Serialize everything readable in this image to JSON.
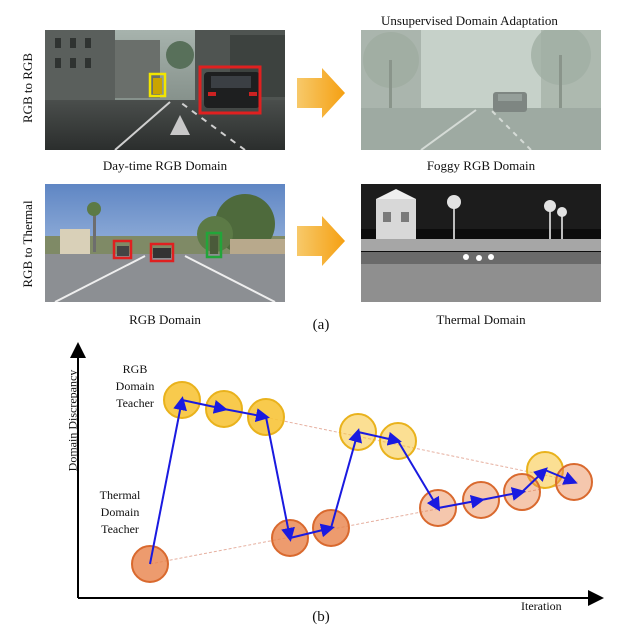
{
  "panel_a": {
    "title": "Unsupervised Domain Adaptation",
    "row1_side_label": "RGB to RGB",
    "row2_side_label": "RGB to Thermal",
    "daytime_caption": "Day-time RGB Domain",
    "foggy_caption": "Foggy RGB Domain",
    "rgb_caption": "RGB Domain",
    "thermal_caption": "Thermal Domain",
    "caption": "(a)",
    "colors": {
      "arrow": "#f5a623",
      "box_red": "#e02020",
      "box_yellow": "#f2e600",
      "box_green": "#22a53a"
    }
  },
  "panel_b": {
    "y_axis_label": "Domain Discrepancy",
    "x_axis_label": "Iteration",
    "rgb_teacher_label": [
      "RGB",
      "Domain",
      "Teacher"
    ],
    "thermal_teacher_label": [
      "Thermal",
      "Domain",
      "Teacher"
    ],
    "caption": "(b)",
    "colors": {
      "rgb_teacher": "#f7c43a",
      "thermal_teacher": "#e8824a",
      "path": "#1a1ae0"
    }
  }
}
